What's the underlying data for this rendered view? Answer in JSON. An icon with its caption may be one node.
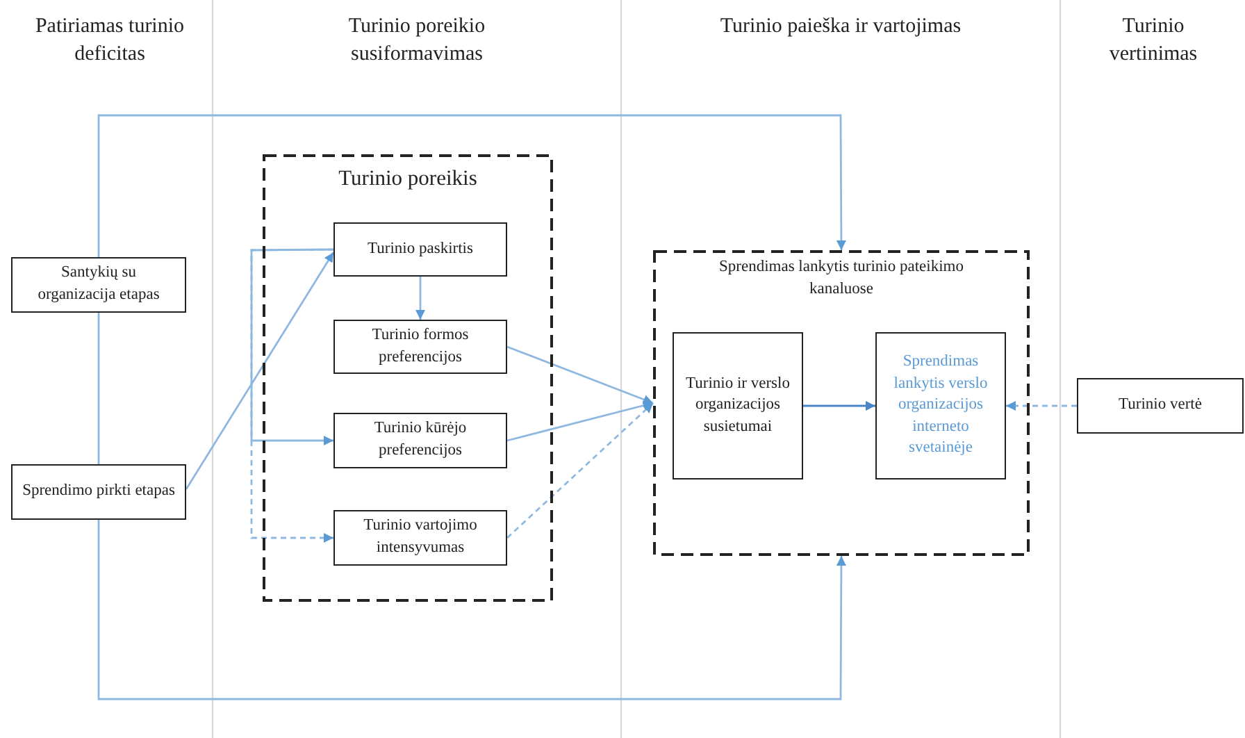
{
  "diagram": {
    "nodes": [
      {
        "text": [
          "Santykių su organizacija etapas"
        ]
      },
      {
        "text": [
          "Sprendimo pirkti etapas"
        ]
      },
      {
        "text": [
          "Turinio poreikis"
        ]
      },
      {
        "text": [
          "Turinio paskirtis"
        ],
        "in": 2
      },
      {
        "text": [
          "Turinio formos preferencijos"
        ],
        "in": 2
      },
      {
        "text": [
          "Turinio kūrėjo preferencijos"
        ],
        "in": 2
      },
      {
        "text": [
          "Turinio vartojimo intensyvumas"
        ],
        "in": 2
      },
      {
        "text": [
          "Sprendimas lankytis turinio pateikimo kanaluose"
        ]
      },
      {
        "text": [
          "Turinio ir verslo organizacijos susietumai"
        ],
        "in": 7
      },
      {
        "text": [
          "Sprendimas lankytis verslo organizacijos interneto svetainėje"
        ],
        "in": 7
      },
      {
        "text": [
          "Turinio vertė"
        ]
      }
    ],
    "edges": [
      {
        "from": 0,
        "to": 7,
        "arrow": "to"
      },
      {
        "from": 1,
        "to": 7,
        "arrow": "to"
      },
      {
        "from": 0,
        "to": 1,
        "arrow": "none"
      },
      {
        "from": 1,
        "to": 3,
        "arrow": "to"
      },
      {
        "from": 3,
        "to": 4,
        "arrow": "to"
      },
      {
        "from": 3,
        "to": 5,
        "arrow": "to"
      },
      {
        "from": 3,
        "to": 6,
        "arrow": "to",
        "style": "dashed"
      },
      {
        "from": 4,
        "to": 7,
        "arrow": "to"
      },
      {
        "from": 5,
        "to": 7,
        "arrow": "to"
      },
      {
        "from": 6,
        "to": 7,
        "arrow": "to",
        "style": "dashed"
      },
      {
        "from": 8,
        "to": 9,
        "arrow": "to",
        "color": "#4a86c5"
      },
      {
        "from": 10,
        "to": 9,
        "arrow": "to",
        "style": "dashed"
      }
    ],
    "labels": [
      "Patiriamas turinio deficitas",
      "Turinio poreikio susiformavimas",
      "Turinio paieška ir vartojimas",
      "Turinio vertinimas"
    ]
  }
}
